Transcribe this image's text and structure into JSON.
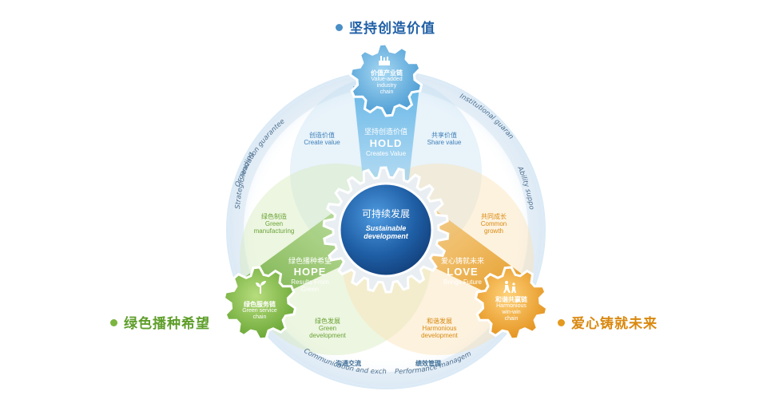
{
  "captions": {
    "top": "坚持创造价值",
    "left": "绿色播种希望",
    "right": "爱心铸就未来"
  },
  "colors": {
    "blue": "#4a8fc6",
    "green": "#7ab540",
    "orange": "#e39a1e",
    "navy": "#1f5fa6"
  },
  "center": {
    "zh": "可持续发展",
    "en_line1": "Sustainable",
    "en_line2": "development"
  },
  "top_gear": {
    "icon": "factory-icon",
    "zh": "价值产业链",
    "en_line1": "Value-added",
    "en_line2": "industry",
    "en_line3": "chain"
  },
  "left_gear": {
    "icon": "sprout-icon",
    "zh": "绿色服务链",
    "en_line1": "Green service",
    "en_line2": "chain"
  },
  "right_gear": {
    "icon": "people-icon",
    "zh": "和谐共赢链",
    "en_line1": "Harmonious",
    "en_line2": "win-win",
    "en_line3": "chain"
  },
  "hold": {
    "zh": "坚持创造价值",
    "title": "HOLD",
    "en": "Creates Value"
  },
  "hope": {
    "zh": "绿色播种希望",
    "title": "HOPE",
    "en_line1": "Results From",
    "en_line2": "Green"
  },
  "love": {
    "zh": "爱心铸就未来",
    "title": "LOVE",
    "en": "Brings Future"
  },
  "sub_labels": {
    "create_value_zh": "创造价值",
    "create_value_en": "Create  value",
    "share_value_zh": "共享价值",
    "share_value_en": "Share value",
    "green_mfg_zh": "绿色制造",
    "green_mfg_en1": "Green",
    "green_mfg_en2": "manufacturing",
    "common_growth_zh": "共同成长",
    "common_growth_en1": "Common",
    "common_growth_en2": "growth",
    "green_dev_zh": "绿色发展",
    "green_dev_en1": "Green",
    "green_dev_en2": "development",
    "harmonious_dev_zh": "和谐发展",
    "harmonious_dev_en1": "Harmonious",
    "harmonious_dev_en2": "development"
  },
  "outer_ring": {
    "organization": "Organization guarantee",
    "strategic": "Strategic leading",
    "institutional": "Institutional guarantee",
    "ability": "Ability support",
    "communication_zh": "沟通交流",
    "communication_en": "Communication and exchanges",
    "performance_zh": "绩效管理",
    "performance_en": "Performance management"
  }
}
